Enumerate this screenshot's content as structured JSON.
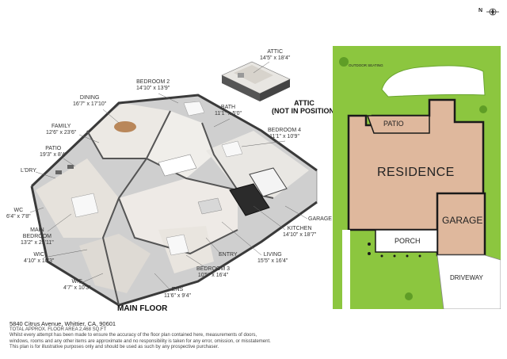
{
  "compass": {
    "label": "N"
  },
  "rooms": {
    "attic": {
      "name": "ATTIC",
      "dim": "14'5\" x 18'4\""
    },
    "attic_note": {
      "line1": "ATTIC",
      "line2": "(NOT IN POSITION)"
    },
    "bedroom2": {
      "name": "BEDROOM 2",
      "dim": "14'10\" x 13'9\""
    },
    "dining": {
      "name": "DINING",
      "dim": "16'7\" x 17'10\""
    },
    "bath": {
      "name": "BATH",
      "dim": "11'1\" x 5'0\""
    },
    "family": {
      "name": "FAMILY",
      "dim": "12'6\" x 23'6\""
    },
    "bedroom4": {
      "name": "BEDROOM 4",
      "dim": "11'1\" x 10'9\""
    },
    "patio": {
      "name": "PATIO",
      "dim": "19'3\" x 8'4\""
    },
    "laundry": {
      "name": "L'DRY"
    },
    "wc": {
      "name": "WC",
      "dim": "6'4\" x 7'8\""
    },
    "main_bedroom": {
      "name": "MAIN",
      "name2": "BEDROOM",
      "dim": "13'2\" x 25'11\""
    },
    "garage": {
      "name": "GARAGE"
    },
    "kitchen": {
      "name": "KITCHEN",
      "dim": "14'10\" x 18'7\""
    },
    "wic1": {
      "name": "WIC",
      "dim": "4'10\" x 10'3\""
    },
    "entry": {
      "name": "ENTRY"
    },
    "living": {
      "name": "LIVING",
      "dim": "15'5\" x 16'4\""
    },
    "bedroom3": {
      "name": "BEDROOM 3",
      "dim": "10'5\" x 16'4\""
    },
    "wic2": {
      "name": "WIC",
      "dim": "4'7\" x 10'3\""
    },
    "ens": {
      "name": "ENS",
      "dim": "11'6\" x 9'4\""
    }
  },
  "floor_title": "MAIN FLOOR",
  "site_plan": {
    "outdoor_seating": "OUTDOOR SEATING",
    "patio": "PATIO",
    "residence": "RESIDENCE",
    "garage": "GARAGE",
    "porch": "PORCH",
    "driveway": "DRIVEWAY",
    "colors": {
      "lawn": "#8cc63f",
      "building": "#dfb89d",
      "outline": "#1a1a1a",
      "hardscape": "#ffffff"
    }
  },
  "footer": {
    "address": "5840 Citrus Avenue, Whittier, CA, 90601",
    "area": "TOTAL APPROX. FLOOR AREA 2,468 SQ.FT",
    "disclaimer1": "Whilst every attempt has been made to ensure the accuracy of the floor plan contained here, measurements of doors,",
    "disclaimer2": "windows, rooms and any other items are approximate and no responsibility is taken for any error, omission, or misstatement.",
    "disclaimer3": "This plan is for illustrative purposes only and should be used as such by any prospective purchaser."
  }
}
